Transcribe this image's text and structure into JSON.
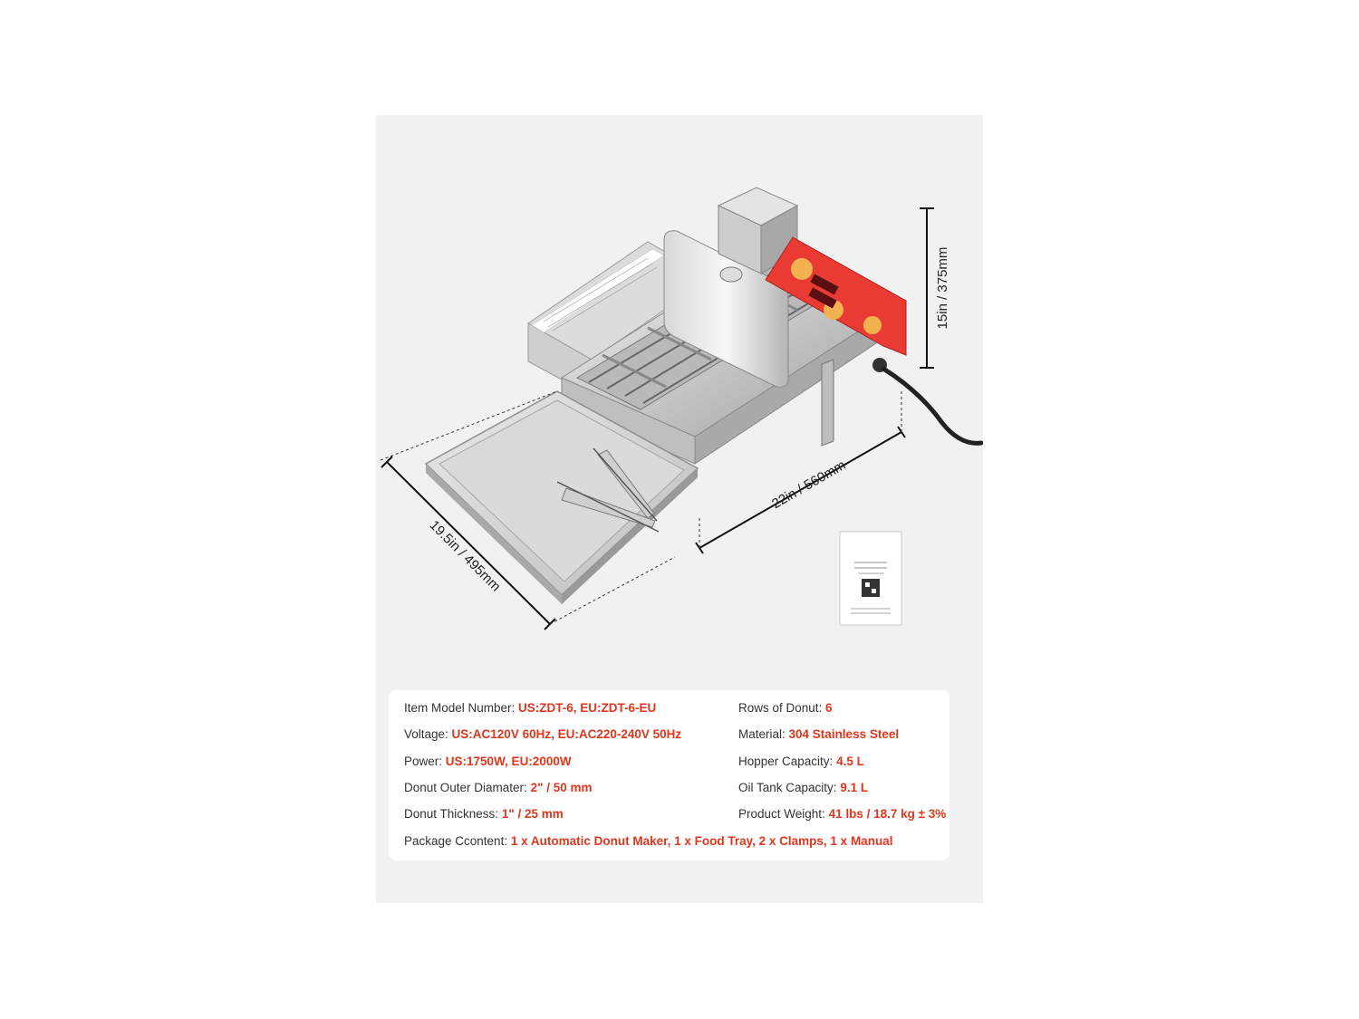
{
  "dimensions": {
    "height": "15in / 375mm",
    "length": "22in / 560mm",
    "width": "19.5in / 495mm"
  },
  "specs_left": [
    {
      "label": "Item Model Number: ",
      "value": "US:ZDT-6, EU:ZDT-6-EU"
    },
    {
      "label": "Voltage: ",
      "value": "US:AC120V 60Hz, EU:AC220-240V 50Hz"
    },
    {
      "label": "Power: ",
      "value": "US:1750W, EU:2000W"
    },
    {
      "label": "Donut Outer Diamater: ",
      "value": "2\" / 50 mm"
    },
    {
      "label": "Donut Thickness: ",
      "value": "1\" / 25 mm"
    }
  ],
  "specs_right": [
    {
      "label": "Rows of Donut: ",
      "value": "6"
    },
    {
      "label": "Material: ",
      "value": "304 Stainless Steel"
    },
    {
      "label": "Hopper Capacity: ",
      "value": "4.5 L"
    },
    {
      "label": "Oil Tank Capacity: ",
      "value": "9.1 L"
    },
    {
      "label": "Product Weight: ",
      "value": "41 lbs / 18.7 kg ± 3%"
    }
  ],
  "package": {
    "label": "Package Ccontent: ",
    "value": "1 x Automatic Donut Maker, 1 x Food Tray, 2 x Clamps, 1 x Manual"
  },
  "colors": {
    "accent": "#e0361c",
    "card_bg": "#f1f1f1",
    "panel_bg": "#ffffff"
  }
}
